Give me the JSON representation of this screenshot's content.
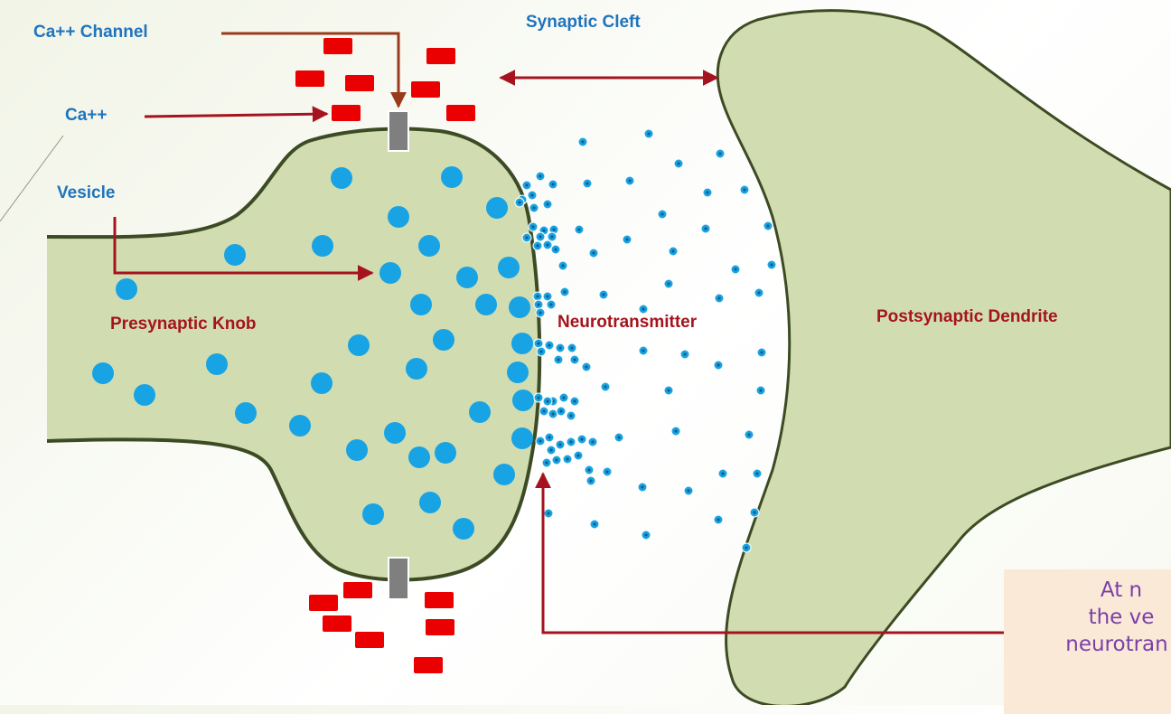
{
  "labels": {
    "ca_channel": "Ca++ Channel",
    "ca_ion": "Ca++",
    "vesicle": "Vesicle",
    "synaptic_cleft": "Synaptic Cleft",
    "presynaptic_knob": "Presynaptic Knob",
    "neurotransmitter": "Neurotransmitter",
    "postsynaptic_dendrite": "Postsynaptic Dendrite"
  },
  "note": {
    "line1": "At n",
    "line2": "the ve",
    "line3": "neurotran"
  },
  "colors": {
    "membrane_fill": "#d1ddb1",
    "membrane_outline": "#3d4b25",
    "vesicle": "#17a3e4",
    "neurotransmitter": "#1aa3e0",
    "calcium_ion": "#ea0000",
    "channel": "#7f7f7f",
    "arrow_red": "#a5141e",
    "arrow_brown": "#9a3a1c",
    "label_blue": "#1f74bd",
    "label_red": "#a5141e",
    "note_text": "#7b3fa8",
    "note_bg": "#f9e9d6"
  }
}
